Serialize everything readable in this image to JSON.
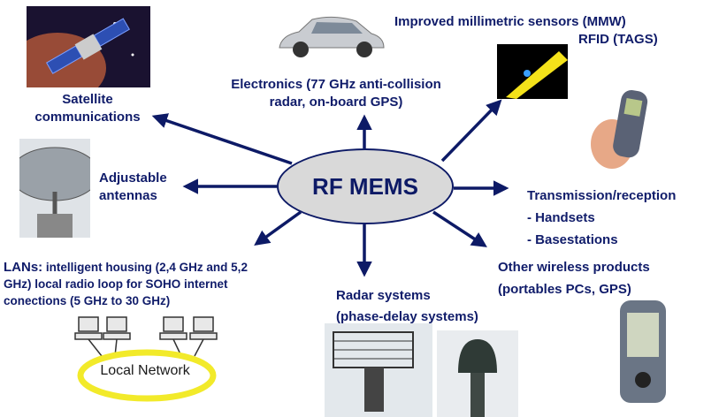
{
  "center": {
    "label": "RF MEMS"
  },
  "nodes": {
    "satellite": {
      "line1": "Satellite",
      "line2": "communications"
    },
    "electronics": {
      "line1": "Electronics (77 GHz anti-collision",
      "line2": "radar, on-board GPS)"
    },
    "mmw": {
      "line1": "Improved millimetric sensors (MMW)",
      "line2": "RFID (TAGS)"
    },
    "antennas": {
      "line1": "Adjustable",
      "line2": "antennas"
    },
    "transmission": {
      "line1": "Transmission/reception",
      "line2": "- Handsets",
      "line3": "- Basestations"
    },
    "lans": {
      "prefix": "LANs:",
      "text1": " intelligent housing (2,4 GHz and 5,2",
      "line2": "GHz) local radio loop for SOHO internet",
      "line3": "conections (5 GHz to 30 GHz)",
      "network_label": "Local Network"
    },
    "radar": {
      "line1": "Radar systems",
      "line2": "(phase-delay systems)"
    },
    "wireless": {
      "line1": "Other wireless products",
      "line2": "(portables PCs, GPS)"
    }
  },
  "colors": {
    "arrow": "#0d1a66",
    "hub_fill": "#d9d9d9",
    "network_ring": "#f2ea2a"
  }
}
